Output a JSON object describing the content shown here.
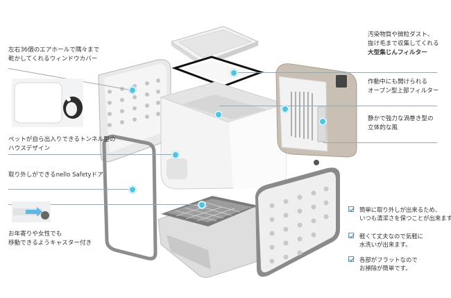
{
  "left_labels": {
    "air_holes": [
      "左右36個のエアホールで隅々まで",
      "乾かしてくれるウィンドウカバー"
    ],
    "tunnel": [
      "ペットが自ら出入りできるトンネル型の",
      "ハウスデザイン"
    ],
    "door": "取り外しができるnello Safetyドア",
    "caster": [
      "お年寄りや女性でも",
      "移動できるようキャスター付き"
    ]
  },
  "right_labels": {
    "filter": {
      "line1": "汚染物質や微粒ダスト、",
      "line2": "抜け毛まで収集してくれる",
      "line3": "大型集じんフィルター"
    },
    "top_filter": [
      "作動中にも開けられる",
      "オープン型上部フィルター"
    ],
    "wind": [
      "静かで強力な渦巻き型の",
      "立体的な風"
    ]
  },
  "features": [
    {
      "lines": [
        "簡単に取り外しが出来るため、",
        "いつも清潔さを保つことが出来ます。"
      ]
    },
    {
      "lines": [
        "軽くて丈夫なので気軽に",
        "水洗いが出来ます。"
      ]
    },
    {
      "lines": [
        "各部がフラットなので",
        "お掃除が簡単です。"
      ]
    }
  ],
  "colors": {
    "accent": "#4fc3e0",
    "device_shell": "#f4f4f4",
    "unit_body": "#c9bfb3",
    "panel_gray": "#8a8a8a"
  }
}
